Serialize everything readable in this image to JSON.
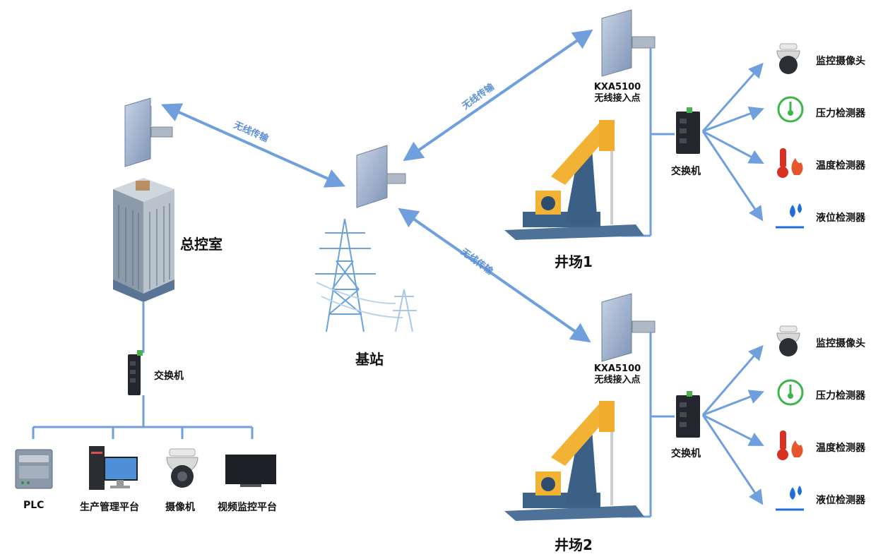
{
  "colors": {
    "link": "#6f9fdc",
    "line": "#6f9fdc",
    "antenna": "#8ea4c4",
    "building": "#7d8c9b",
    "tower": "#6aa2d8",
    "pump_yellow": "#f2b233",
    "pump_blue": "#3c5f86"
  },
  "hq": {
    "label": "总控室",
    "switch_label": "交换机"
  },
  "devices": [
    {
      "label": "PLC"
    },
    {
      "label": "生产管理平台"
    },
    {
      "label": "摄像机"
    },
    {
      "label": "视频监控平台"
    }
  ],
  "base_station": {
    "label": "基站"
  },
  "wireless_links": [
    {
      "label": "无线传输"
    },
    {
      "label": "无线传输"
    },
    {
      "label": "无线传输"
    }
  ],
  "wells": [
    {
      "label": "井场1",
      "ap_model": "KXA5100",
      "ap_desc": "无线接入点",
      "switch_label": "交换机",
      "sensors": [
        {
          "label": "监控摄像头",
          "icon": "dome-camera-icon"
        },
        {
          "label": "压力检测器",
          "icon": "pressure-gauge-icon"
        },
        {
          "label": "温度检测器",
          "icon": "thermometer-icon"
        },
        {
          "label": "液位检测器",
          "icon": "water-drop-icon"
        }
      ]
    },
    {
      "label": "井场2",
      "ap_model": "KXA5100",
      "ap_desc": "无线接入点",
      "switch_label": "交换机",
      "sensors": [
        {
          "label": "监控摄像头",
          "icon": "dome-camera-icon"
        },
        {
          "label": "压力检测器",
          "icon": "pressure-gauge-icon"
        },
        {
          "label": "温度检测器",
          "icon": "thermometer-icon"
        },
        {
          "label": "液位检测器",
          "icon": "water-drop-icon"
        }
      ]
    }
  ]
}
